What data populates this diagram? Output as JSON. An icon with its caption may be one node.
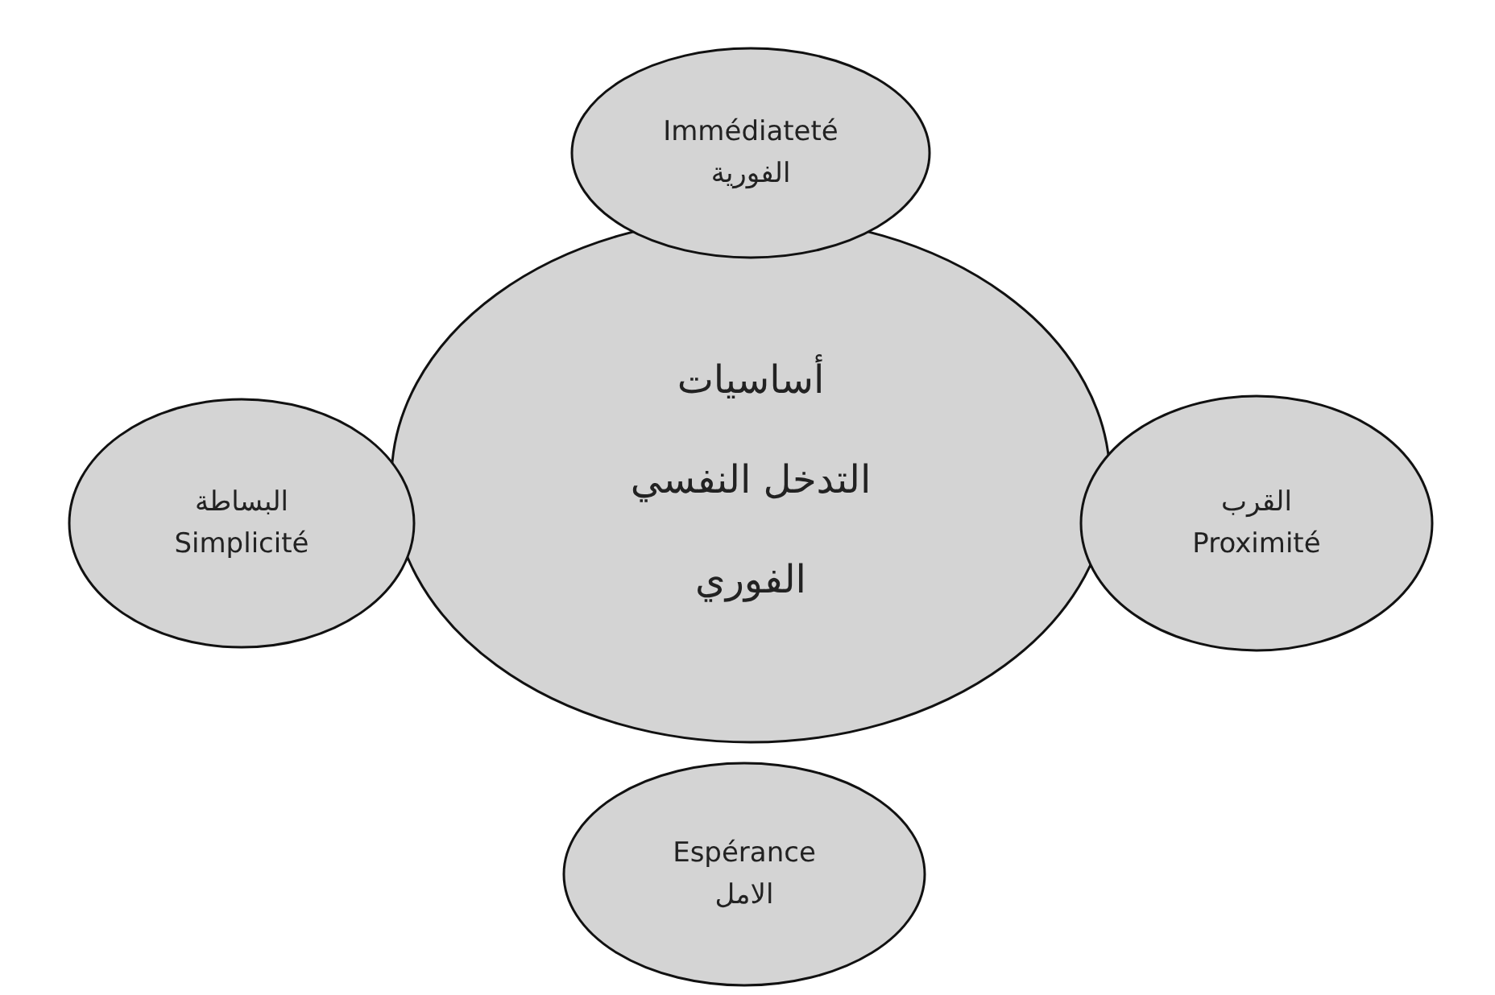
{
  "diagram": {
    "nodes": [
      {
        "text": [
          "Immédiateté",
          "الفورية"
        ]
      },
      {
        "text": [
          "أساسيات",
          "التدخل النفسي",
          "الفوري"
        ]
      },
      {
        "text": [
          "البساطة",
          "Simplicité"
        ]
      },
      {
        "text": [
          "القرب",
          "Proximité"
        ]
      },
      {
        "text": [
          "Espérance",
          "الامل"
        ]
      }
    ]
  }
}
